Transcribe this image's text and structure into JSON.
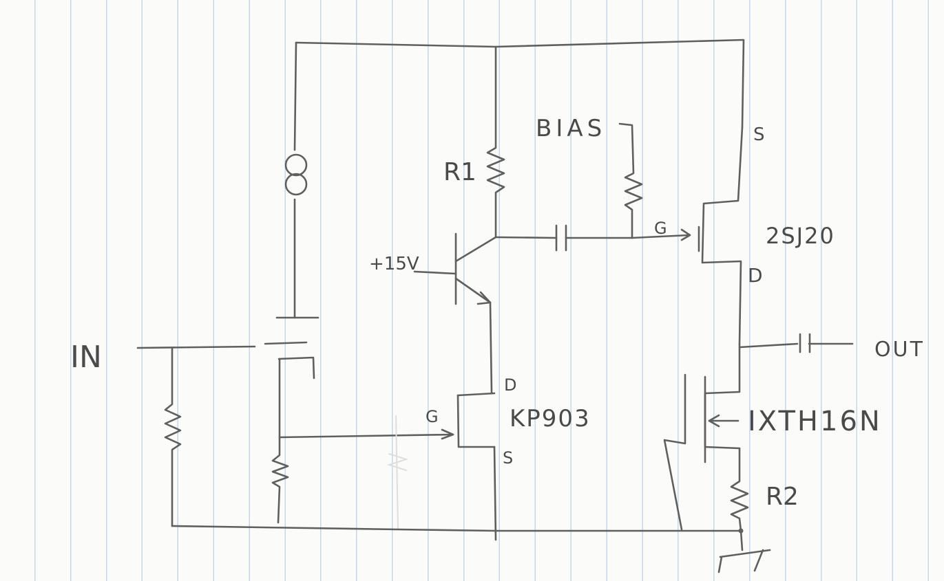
{
  "labels": {
    "bias": "BIAS",
    "r1": "R1",
    "plus15v": "+15V",
    "q_upper": "2SJ20",
    "q_upper_source": "S",
    "q_upper_gate": "G",
    "q_upper_drain": "D",
    "input": "IN",
    "output": "OUT",
    "q_mid": "KP903",
    "q_mid_drain": "D",
    "q_mid_gate": "G",
    "q_mid_source": "S",
    "q_lower": "IXTH16N",
    "r2": "R2"
  },
  "colors": {
    "pencil": "#5f5f5f",
    "paper": "#fbfbf9",
    "rule_line": "#96b9e1"
  }
}
